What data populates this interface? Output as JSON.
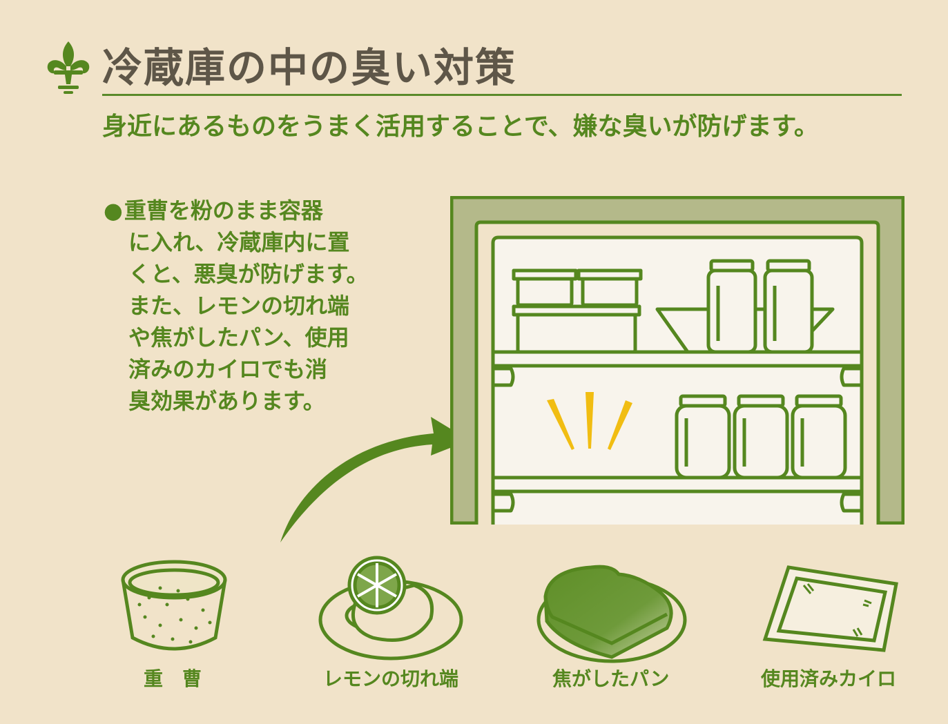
{
  "header": {
    "title": "冷蔵庫の中の臭い対策",
    "subtitle": "身近にあるものをうまく活用することで、嫌な臭いが防げます。"
  },
  "body": {
    "bullet": "●",
    "lines": [
      "重曹を粉のまま容器",
      "に入れ、冷蔵庫内に置",
      "くと、悪臭が防げます。",
      "また、レモンの切れ端",
      "や焦がしたパン、使用",
      "済みのカイロでも消",
      "臭効果があります。"
    ]
  },
  "items": [
    {
      "label": "重　曹",
      "icon": "baking-soda-cup-icon"
    },
    {
      "label": "レモンの切れ端",
      "icon": "lemon-slice-icon"
    },
    {
      "label": "焦がしたパン",
      "icon": "burnt-bread-icon"
    },
    {
      "label": "使用済みカイロ",
      "icon": "used-heat-pack-icon"
    }
  ],
  "colors": {
    "background": "#f1e3c9",
    "accent_green": "#55871f",
    "title_gray": "#5e5648",
    "fridge_outer": "#b4b98a",
    "fridge_inner": "#f8f4ec",
    "odor_yellow": "#f1bd12"
  }
}
